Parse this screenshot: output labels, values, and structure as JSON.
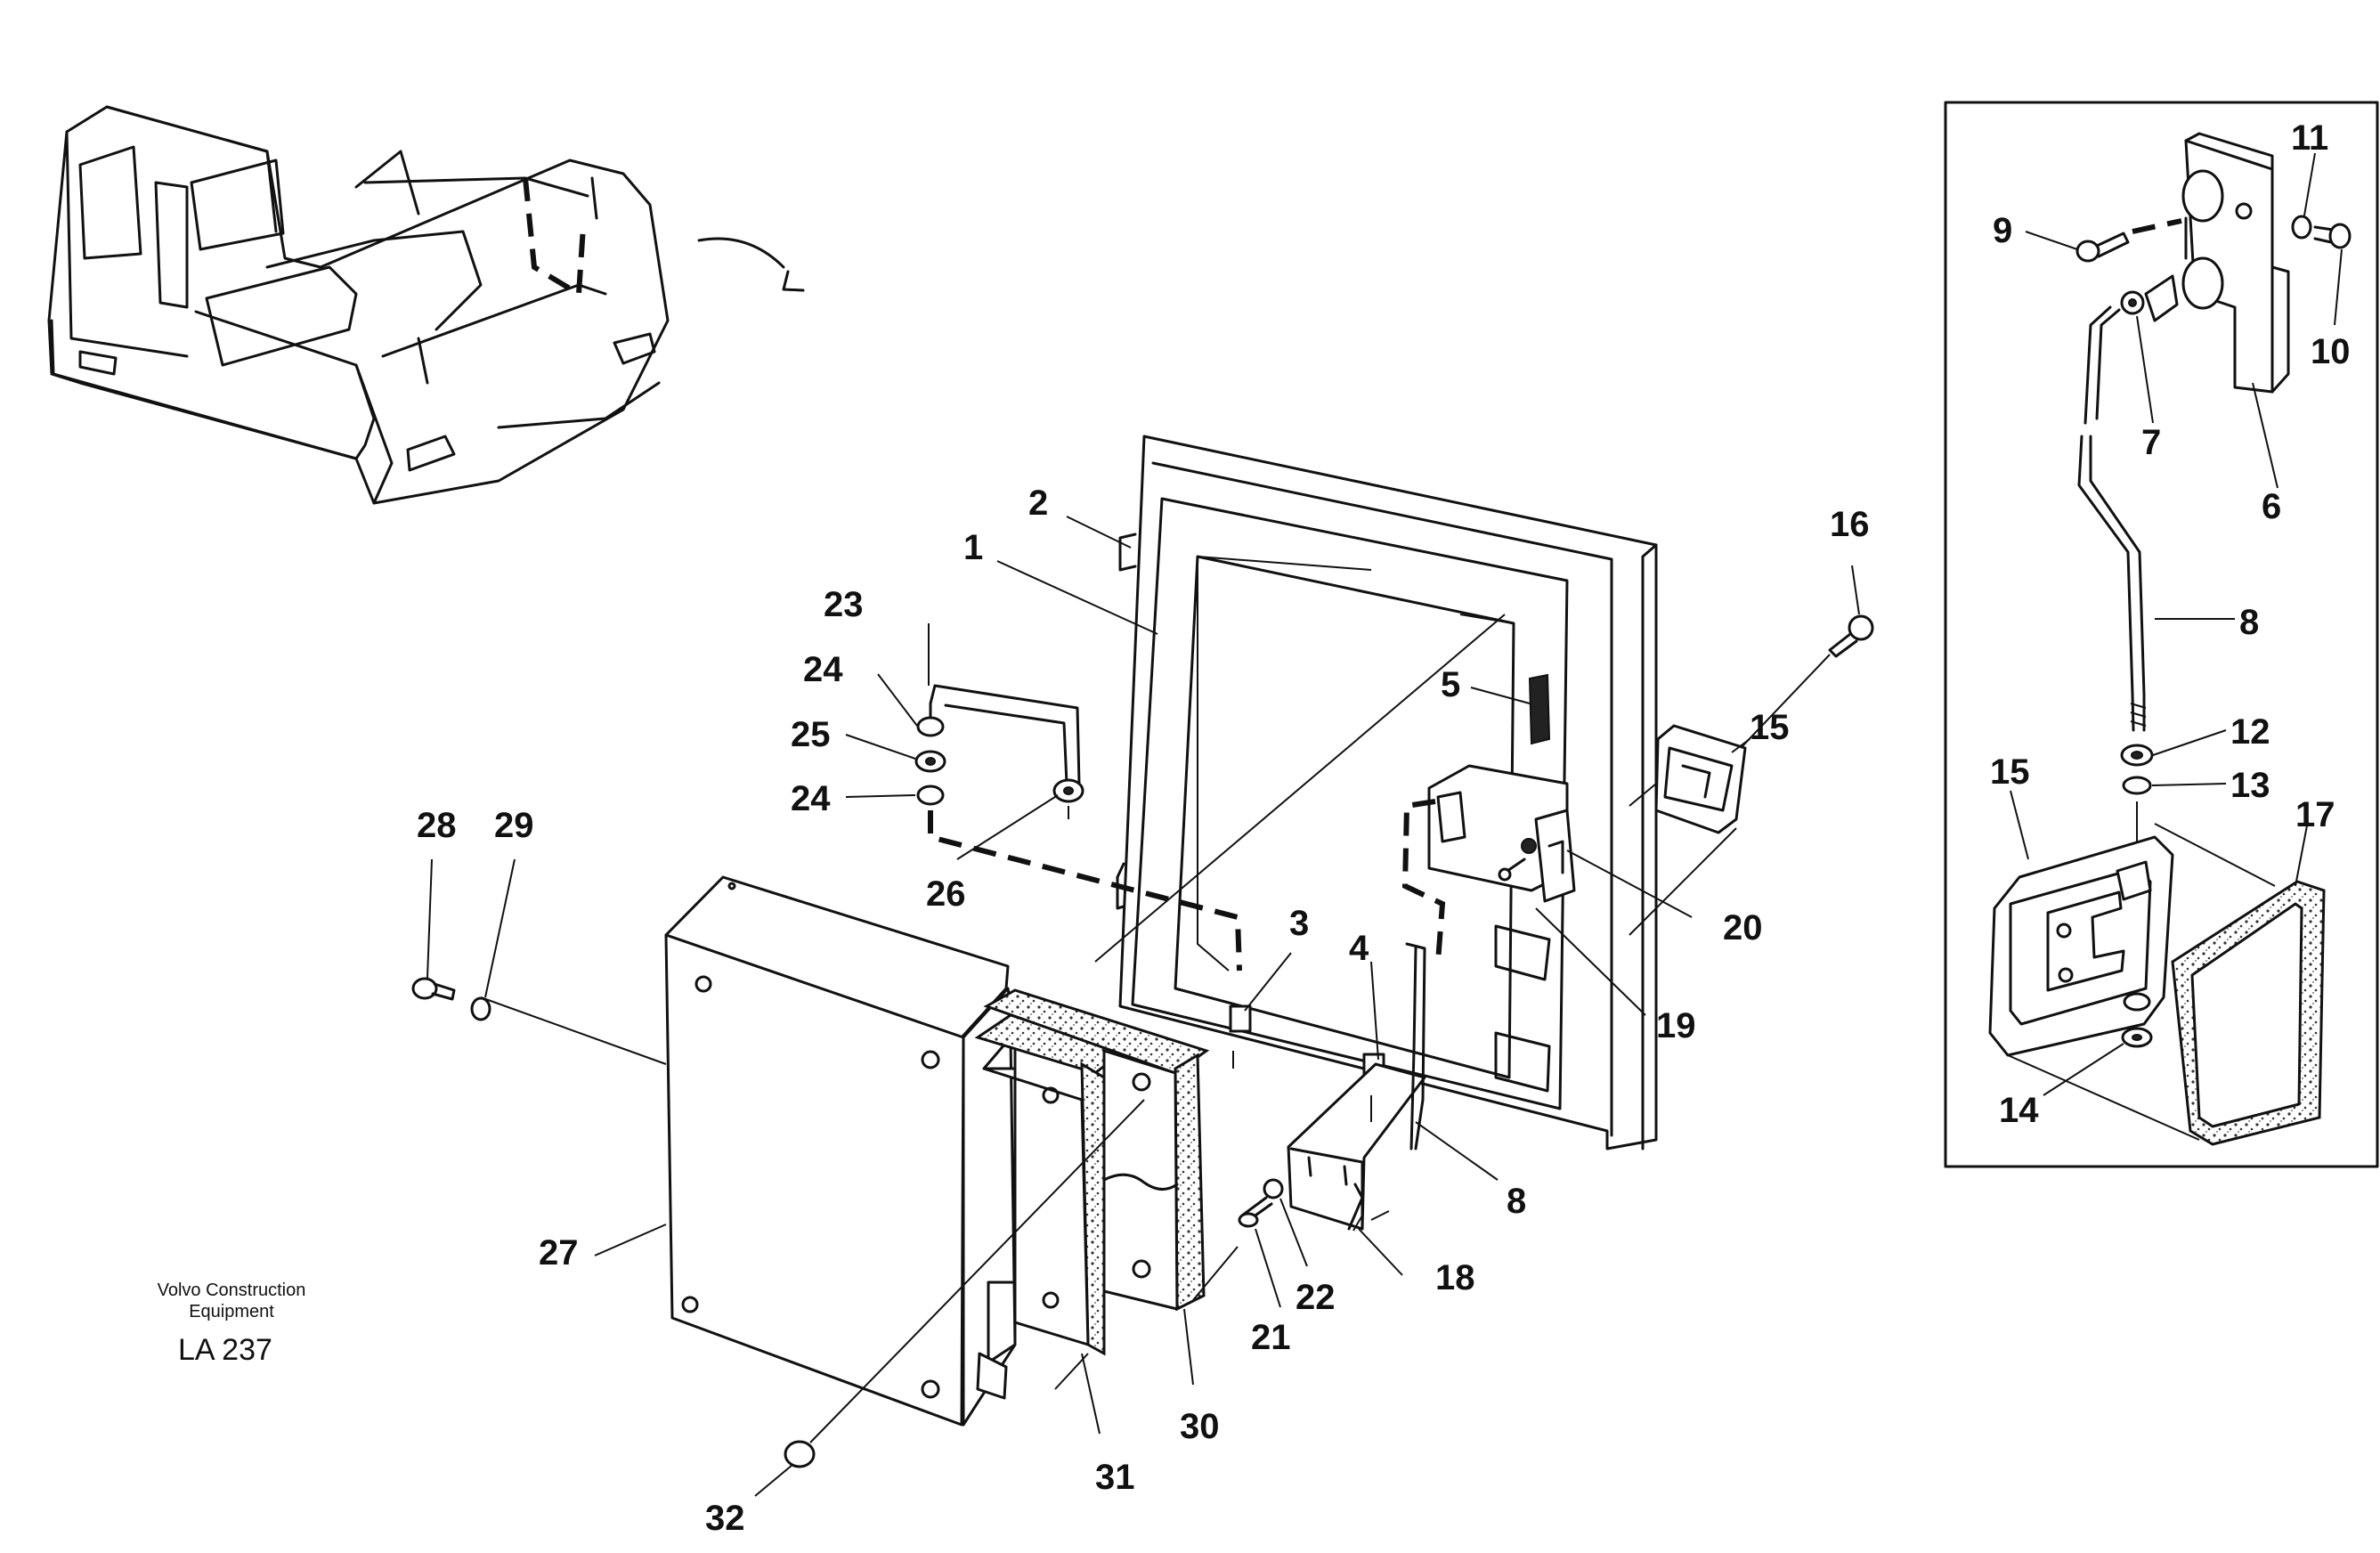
{
  "callouts": [
    {
      "id": "c1",
      "text": "1"
    },
    {
      "id": "c2",
      "text": "2"
    },
    {
      "id": "c3",
      "text": "3"
    },
    {
      "id": "c4",
      "text": "4"
    },
    {
      "id": "c5",
      "text": "5"
    },
    {
      "id": "c6",
      "text": "6"
    },
    {
      "id": "c7",
      "text": "7"
    },
    {
      "id": "c8a",
      "text": "8"
    },
    {
      "id": "c8b",
      "text": "8"
    },
    {
      "id": "c9",
      "text": "9"
    },
    {
      "id": "c10",
      "text": "10"
    },
    {
      "id": "c11",
      "text": "11"
    },
    {
      "id": "c12",
      "text": "12"
    },
    {
      "id": "c13",
      "text": "13"
    },
    {
      "id": "c14",
      "text": "14"
    },
    {
      "id": "c15a",
      "text": "15"
    },
    {
      "id": "c15b",
      "text": "15"
    },
    {
      "id": "c16",
      "text": "16"
    },
    {
      "id": "c17",
      "text": "17"
    },
    {
      "id": "c18",
      "text": "18"
    },
    {
      "id": "c19",
      "text": "19"
    },
    {
      "id": "c20",
      "text": "20"
    },
    {
      "id": "c21",
      "text": "21"
    },
    {
      "id": "c22",
      "text": "22"
    },
    {
      "id": "c23",
      "text": "23"
    },
    {
      "id": "c24a",
      "text": "24"
    },
    {
      "id": "c24b",
      "text": "24"
    },
    {
      "id": "c25",
      "text": "25"
    },
    {
      "id": "c26",
      "text": "26"
    },
    {
      "id": "c27",
      "text": "27"
    },
    {
      "id": "c28",
      "text": "28"
    },
    {
      "id": "c29",
      "text": "29"
    },
    {
      "id": "c30",
      "text": "30"
    },
    {
      "id": "c31",
      "text": "31"
    },
    {
      "id": "c32",
      "text": "32"
    }
  ],
  "caption": {
    "manufacturer_line1": "Volvo Construction",
    "manufacturer_line2": "Equipment",
    "drawing_code": "LA 237"
  }
}
